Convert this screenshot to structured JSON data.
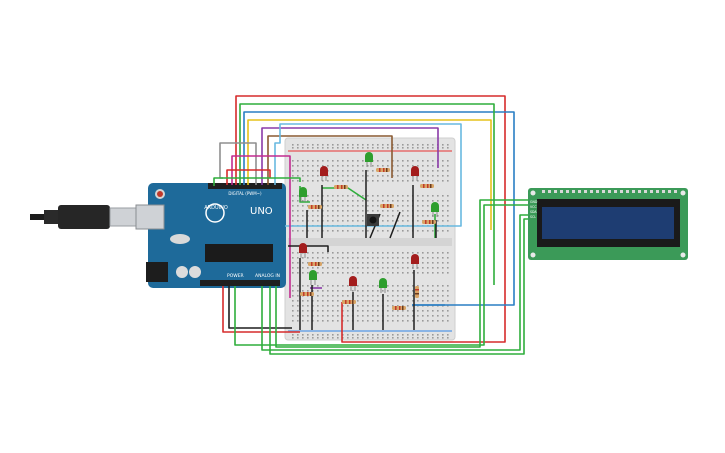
{
  "arduino": {
    "brand": "ARDUINO",
    "model": "UNO",
    "power_header": "POWER",
    "analog_header": "ANALOG IN",
    "digital_header": "DIGITAL (PWM~)"
  },
  "lcd": {
    "pins": [
      "GND",
      "VCC",
      "SDA",
      "SCL"
    ]
  },
  "colors": {
    "wire_red": "#d62b2b",
    "wire_green": "#2fae3c",
    "wire_blue": "#2a7fc4",
    "wire_yellow": "#e6c21a",
    "wire_purple": "#8a3aa8",
    "wire_brown": "#8a5a32",
    "wire_light_blue": "#69b9e0",
    "wire_gray": "#8f8f8f",
    "wire_magenta": "#c22c8f",
    "led_red": "#a31d1d",
    "led_green": "#2e9e2e",
    "board_blue": "#1e6a9a",
    "lcd_board": "#3b9a58",
    "lcd_screen": "#1e3d72"
  }
}
